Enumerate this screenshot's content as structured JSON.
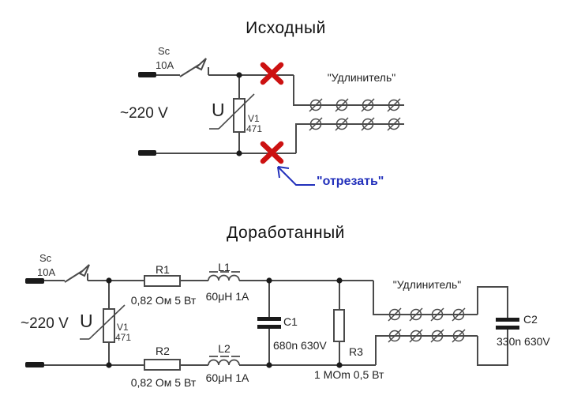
{
  "colors": {
    "wire": "#4a4a4a",
    "text": "#222222",
    "cut_mark_red": "#cc1111",
    "note_blue": "#2230bb"
  },
  "original": {
    "title": "Исходный",
    "switch": {
      "name": "Sc",
      "rating": "10A"
    },
    "voltage": "~220 V",
    "varistor": {
      "symbol": "U",
      "name": "V1",
      "value": "471"
    },
    "extension_label": "\"Удлинитель\"",
    "cut_note": "\"отрезать\"",
    "outlets_per_row": 4,
    "rows": 2
  },
  "modified": {
    "title": "Доработанный",
    "switch": {
      "name": "Sc",
      "rating": "10A"
    },
    "voltage": "~220 V",
    "varistor": {
      "symbol": "U",
      "name": "V1",
      "value": "471"
    },
    "r1": {
      "name": "R1",
      "value": "0,82 Ом 5 Вт"
    },
    "l1": {
      "name": "L1",
      "value": "60μH 1A"
    },
    "r2": {
      "name": "R2",
      "value": "0,82 Ом 5 Вт"
    },
    "l2": {
      "name": "L2",
      "value": "60μH 1A"
    },
    "r3": {
      "name": "R3",
      "value": "1 MOm 0,5 Вт"
    },
    "c1": {
      "name": "C1",
      "value": "680n 630V"
    },
    "c2": {
      "name": "C2",
      "value": "330n 630V"
    },
    "extension_label": "\"Удлинитель\"",
    "outlets_per_row": 4,
    "rows": 2
  }
}
